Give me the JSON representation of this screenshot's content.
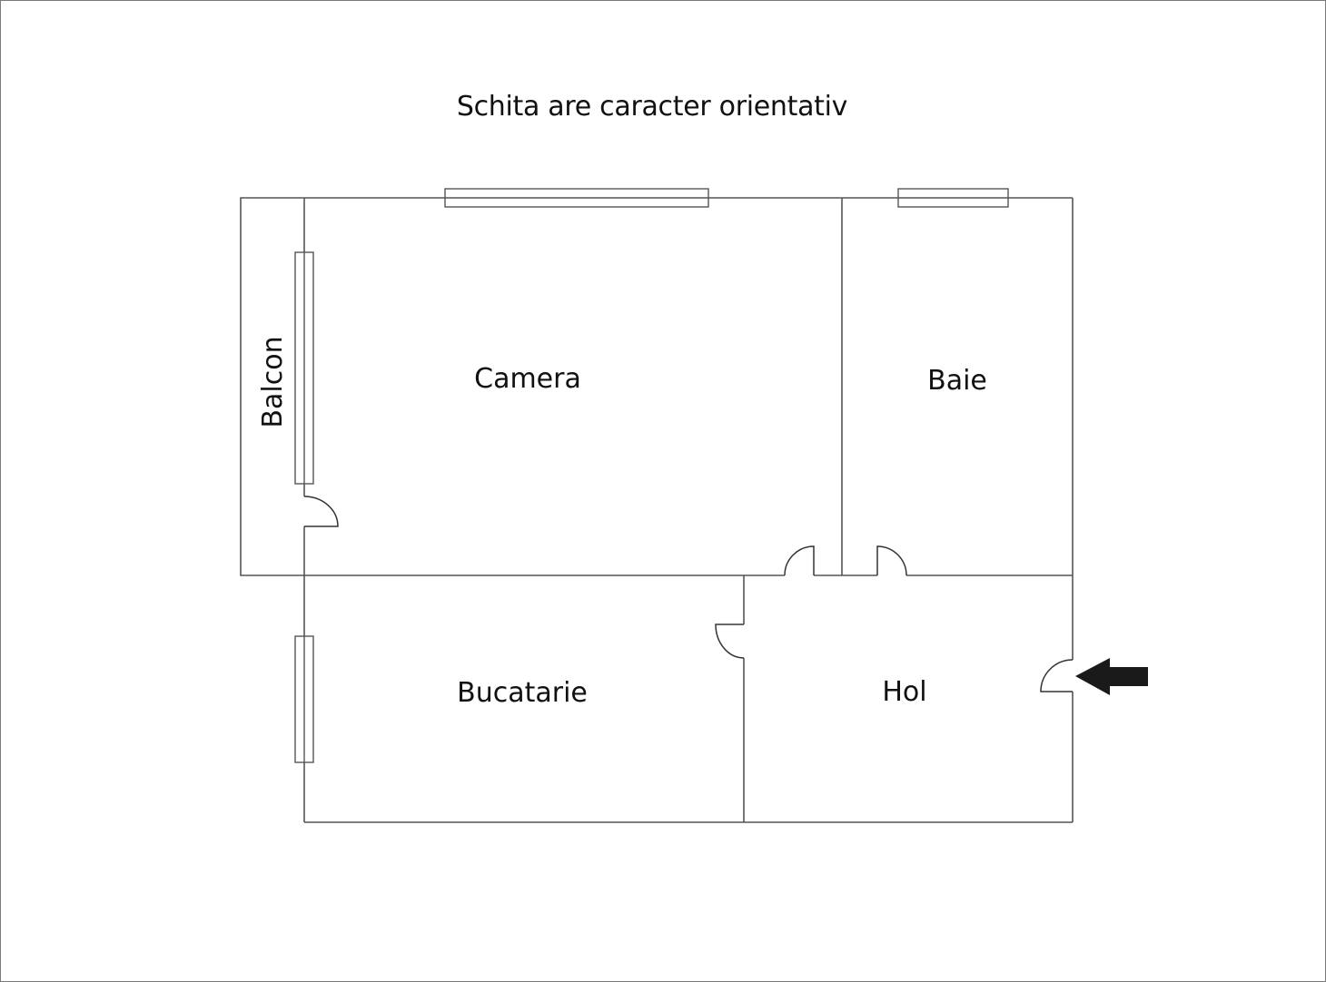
{
  "diagram": {
    "title": "Schita are caracter orientativ",
    "type": "floor-plan",
    "rooms": [
      {
        "id": "balcon",
        "label": "Balcon"
      },
      {
        "id": "camera",
        "label": "Camera"
      },
      {
        "id": "baie",
        "label": "Baie"
      },
      {
        "id": "bucatarie",
        "label": "Bucatarie"
      },
      {
        "id": "hol",
        "label": "Hol"
      }
    ],
    "entrance_marker": "arrow-left-icon",
    "colors": {
      "walls": "#555555",
      "text": "#111111",
      "arrow": "#1a1a1a"
    }
  }
}
